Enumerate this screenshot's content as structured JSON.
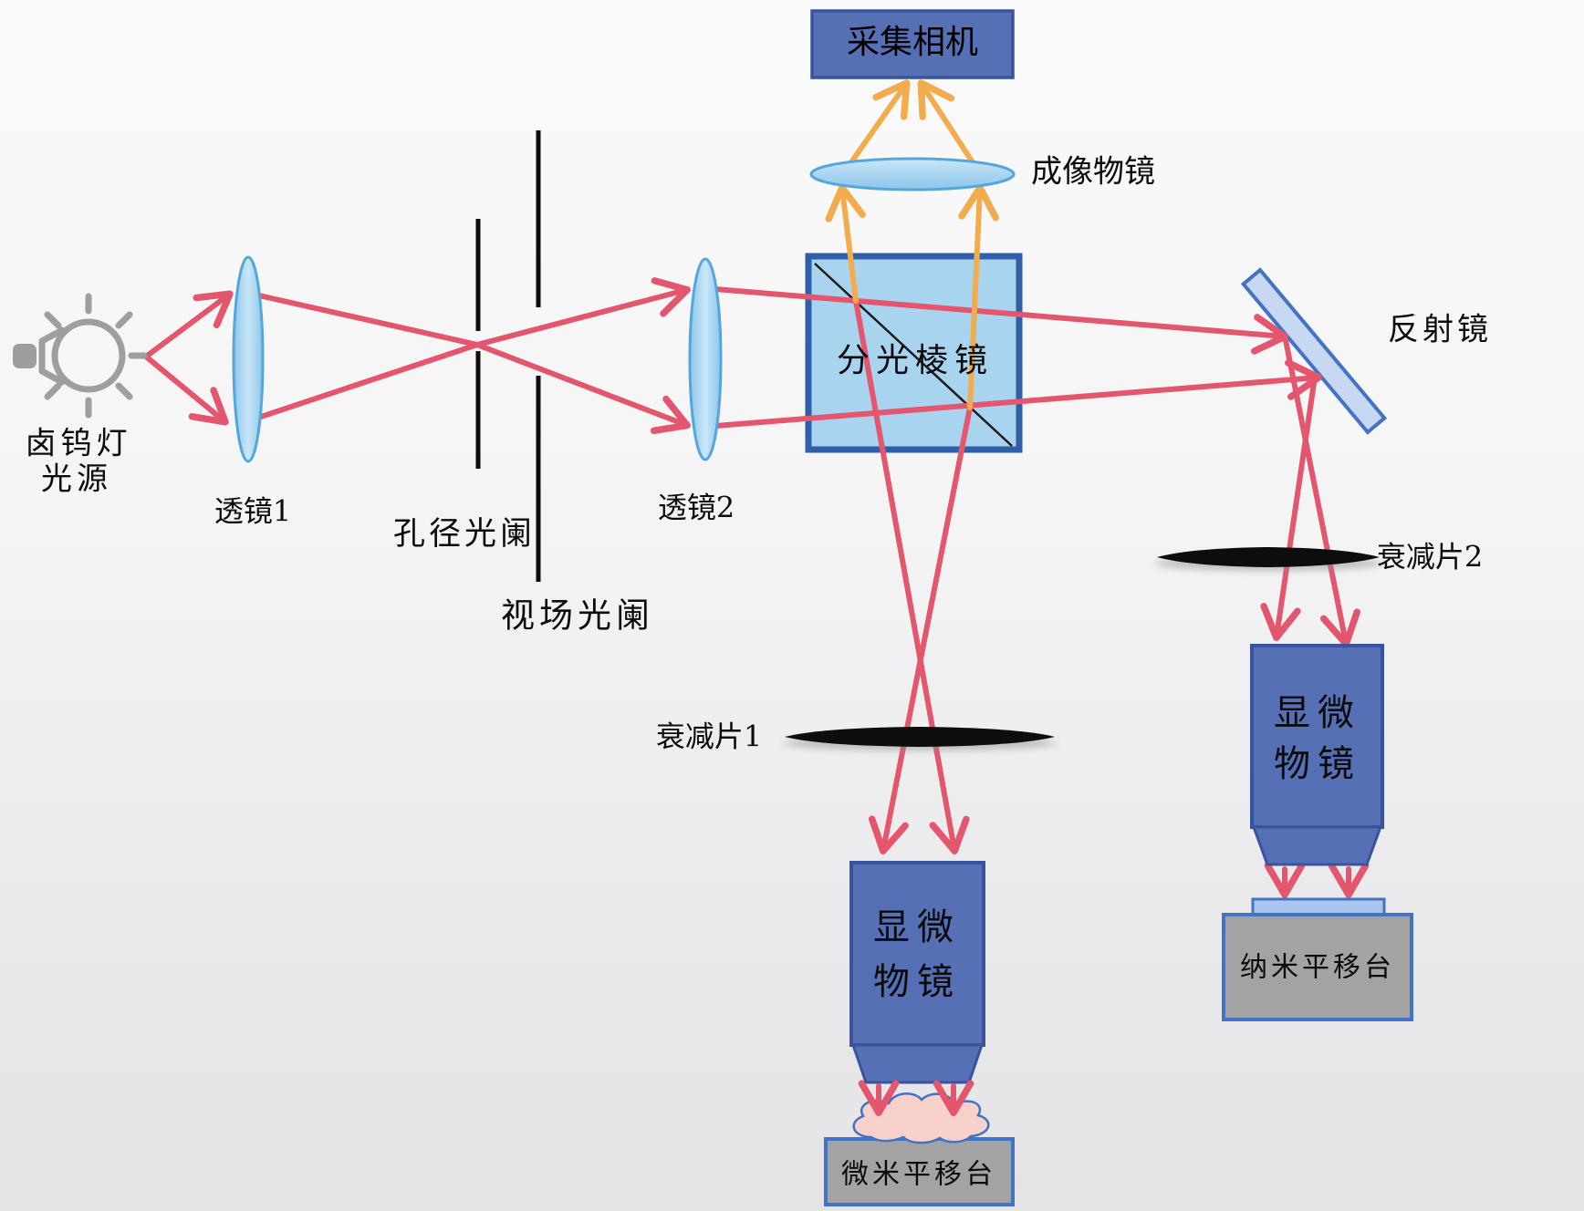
{
  "diagram": {
    "camera": {
      "label": "采集相机",
      "icon": "camera-box"
    },
    "imaging_objective": {
      "label": "成像物镜",
      "icon": "lens-ellipse-horizontal"
    },
    "beam_splitter": {
      "label": "分光棱镜",
      "icon": "beamsplitter-cube"
    },
    "mirror": {
      "label": "反射镜",
      "icon": "tilted-mirror"
    },
    "lamp": {
      "label_line1": "卤钨灯",
      "label_line2": "光源",
      "icon": "light-bulb-icon"
    },
    "lens1": {
      "label": "透镜1",
      "icon": "lens-ellipse-vertical"
    },
    "lens2": {
      "label": "透镜2",
      "icon": "lens-ellipse-vertical"
    },
    "aperture_stop": {
      "label": "孔径光阑",
      "icon": "slit-stop"
    },
    "field_stop": {
      "label": "视场光阑",
      "icon": "slit-stop"
    },
    "attenuator1": {
      "label": "衰减片1",
      "icon": "attenuator-sliver"
    },
    "attenuator2": {
      "label": "衰减片2",
      "icon": "attenuator-sliver"
    },
    "objective_left": {
      "label_line1": "显微",
      "label_line2": "物镜",
      "icon": "objective-box"
    },
    "objective_right": {
      "label_line1": "显微",
      "label_line2": "物镜",
      "icon": "objective-box"
    },
    "micro_stage": {
      "label": "微米平移台",
      "icon": "stage-box"
    },
    "nano_stage": {
      "label": "纳米平移台",
      "icon": "stage-box"
    },
    "sample": {
      "icon": "sample-cloud"
    }
  },
  "colors": {
    "ray_red": "#e4566e",
    "ray_orange": "#f2ac4d",
    "lens_edge": "#55a7db",
    "lens_mid": "#c9e6f8",
    "lens_deep": "#8cc6ea",
    "splitter_fill": "#a8d4ef",
    "splitter_border": "#2e5fa8",
    "box_blue_fill": "#5570b5",
    "box_blue_border": "#3b539e",
    "stage_gray_fill": "#a3a3a3",
    "stage_border_blue": "#4472c4",
    "mirror_fill": "#c7d8f3",
    "sample_pink": "#f8d2ca",
    "slide_fill": "#a9c7ee",
    "bulb_gray": "#9e9e9e",
    "stop_black": "#0d0d0d",
    "ink": "#0b0b0b"
  }
}
